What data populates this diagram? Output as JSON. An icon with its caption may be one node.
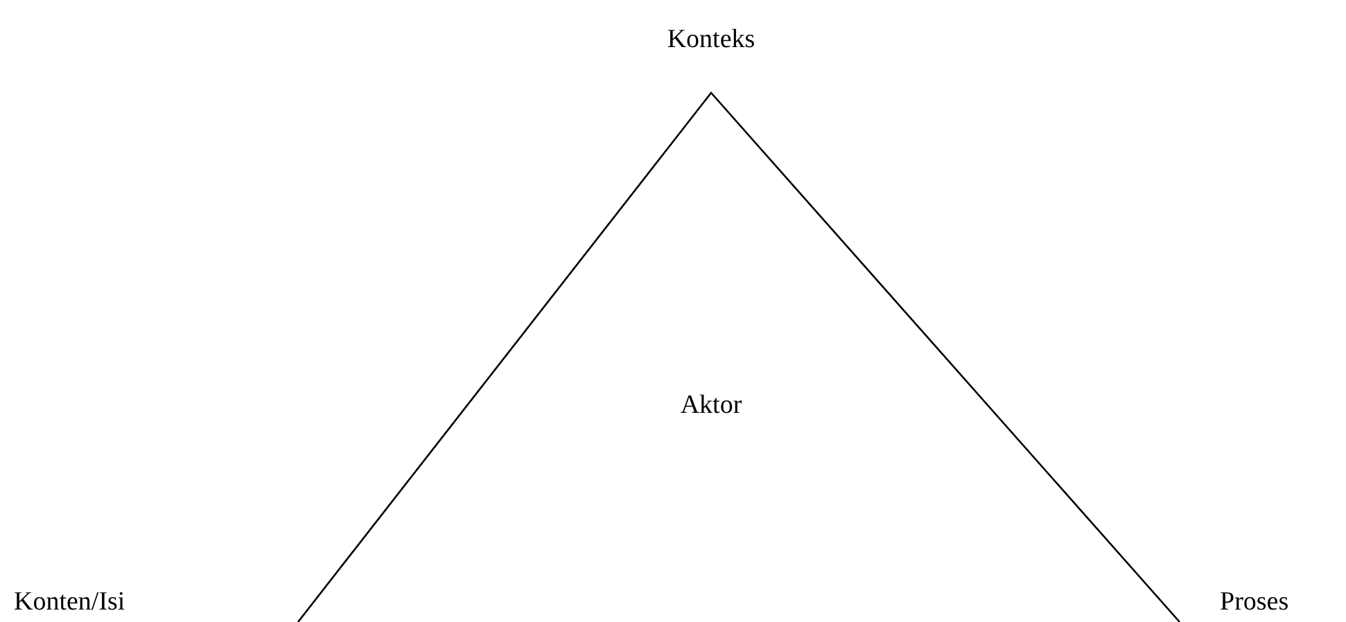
{
  "diagram": {
    "nodes": [
      {
        "text": [
          "Aktor"
        ]
      }
    ],
    "labels": [
      "Konteks",
      "Konten/Isi",
      "Proses"
    ]
  }
}
